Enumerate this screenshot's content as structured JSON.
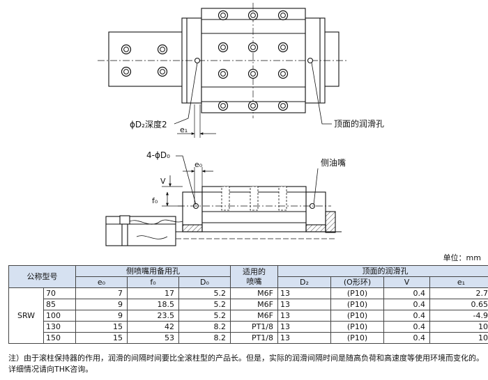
{
  "drawing": {
    "label_d2": "ϕD₂深度2",
    "label_e1": "e₁",
    "label_top_lube": "顶面的润滑孔",
    "label_d0": "4-ϕD₀",
    "label_e0": "e₀",
    "label_side_nipple": "侧油嘴",
    "label_v": "V",
    "label_f0": "f₀"
  },
  "unit": "单位：mm",
  "table": {
    "h_model": "公称型号",
    "h_side_group": "侧喷嘴用备用孔",
    "h_nipple": "适用的\n喷嘴",
    "h_top_group": "顶面的润滑孔",
    "h_e0": "e₀",
    "h_f0": "f₀",
    "h_d0": "D₀",
    "h_d2": "D₂",
    "h_oring": "(O形环)",
    "h_v": "V",
    "h_e1": "e₁",
    "series": "SRW",
    "rows": [
      {
        "size": "70",
        "e0": "7",
        "f0": "17",
        "d0": "5.2",
        "nipple": "M6F",
        "d2": "13",
        "oring": "(P10)",
        "v": "0.4",
        "e1": "2.7"
      },
      {
        "size": "85",
        "e0": "9",
        "f0": "18.5",
        "d0": "5.2",
        "nipple": "M6F",
        "d2": "13",
        "oring": "(P10)",
        "v": "0.4",
        "e1": "0.65"
      },
      {
        "size": "100",
        "e0": "9",
        "f0": "23.5",
        "d0": "5.2",
        "nipple": "M6F",
        "d2": "13",
        "oring": "(P10)",
        "v": "0.4",
        "e1": "-4.9"
      },
      {
        "size": "130",
        "e0": "15",
        "f0": "42",
        "d0": "8.2",
        "nipple": "PT1/8",
        "d2": "13",
        "oring": "(P10)",
        "v": "0.4",
        "e1": "10"
      },
      {
        "size": "150",
        "e0": "15",
        "f0": "53",
        "d0": "8.2",
        "nipple": "PT1/8",
        "d2": "13",
        "oring": "(P10)",
        "v": "0.4",
        "e1": "10"
      }
    ]
  },
  "note": "注）由于滚柱保持器的作用，润滑的间隔时间要比全滚柱型的产品长。但是，实际的润滑间隔时间是随高负荷和高速度等使用环境而变化的。详细情况请向THK咨询。"
}
